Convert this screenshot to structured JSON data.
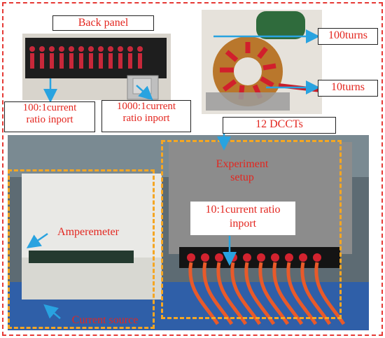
{
  "labels": {
    "back_panel": "Back panel",
    "inport_100": "100:1current\nratio inport",
    "inport_1000": "1000:1current\nratio inport",
    "turns_100": "100turns",
    "turns_10": "10turns",
    "dccts": "12 DCCTs",
    "experiment": "Experiment\nsetup",
    "inport_10": "10:1current ratio\ninport",
    "amperemeter": "Amperemeter",
    "current_source": "Current source"
  },
  "colors": {
    "outer_frame": "#e53935",
    "inner_frame": "#f5a623",
    "arrow": "#29a3e0",
    "label_text": "#e3261f"
  }
}
